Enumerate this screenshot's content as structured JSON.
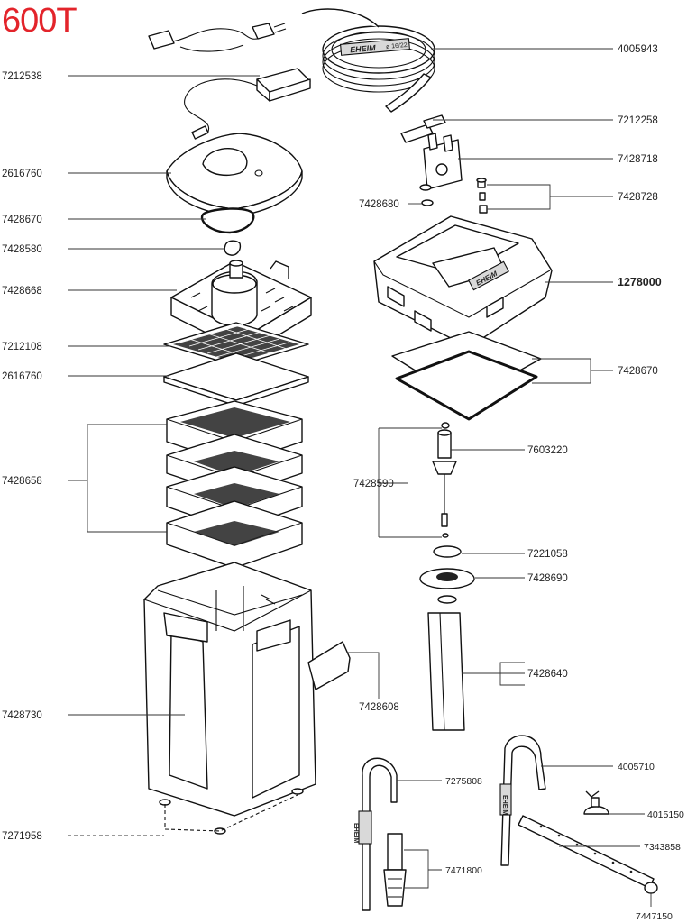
{
  "title": "600T",
  "brand_marks": [
    "EHEIM",
    "EHEIM",
    "EHEIM",
    "EHEIM"
  ],
  "hose_marking": "ø 16/22",
  "parts": {
    "p4005943": "4005943",
    "p7212538": "7212538",
    "p7212258": "7212258",
    "p2616760a": "2616760",
    "p7428718": "7428718",
    "p7428728": "7428728",
    "p7428680": "7428680",
    "p7428670a": "7428670",
    "p7428580": "7428580",
    "p1278000": "1278000",
    "p7428668": "7428668",
    "p7212108": "7212108",
    "p2616760b": "2616760",
    "p7428670b": "7428670",
    "p7603220": "7603220",
    "p7428658": "7428658",
    "p7428590": "7428590",
    "p7221058": "7221058",
    "p7428690": "7428690",
    "p7428640": "7428640",
    "p7428608": "7428608",
    "p7428730": "7428730",
    "p4005710": "4005710",
    "p7275808": "7275808",
    "p4015150": "4015150",
    "p7271958": "7271958",
    "p7343858": "7343858",
    "p7471800": "7471800",
    "p7447150": "7447150"
  }
}
